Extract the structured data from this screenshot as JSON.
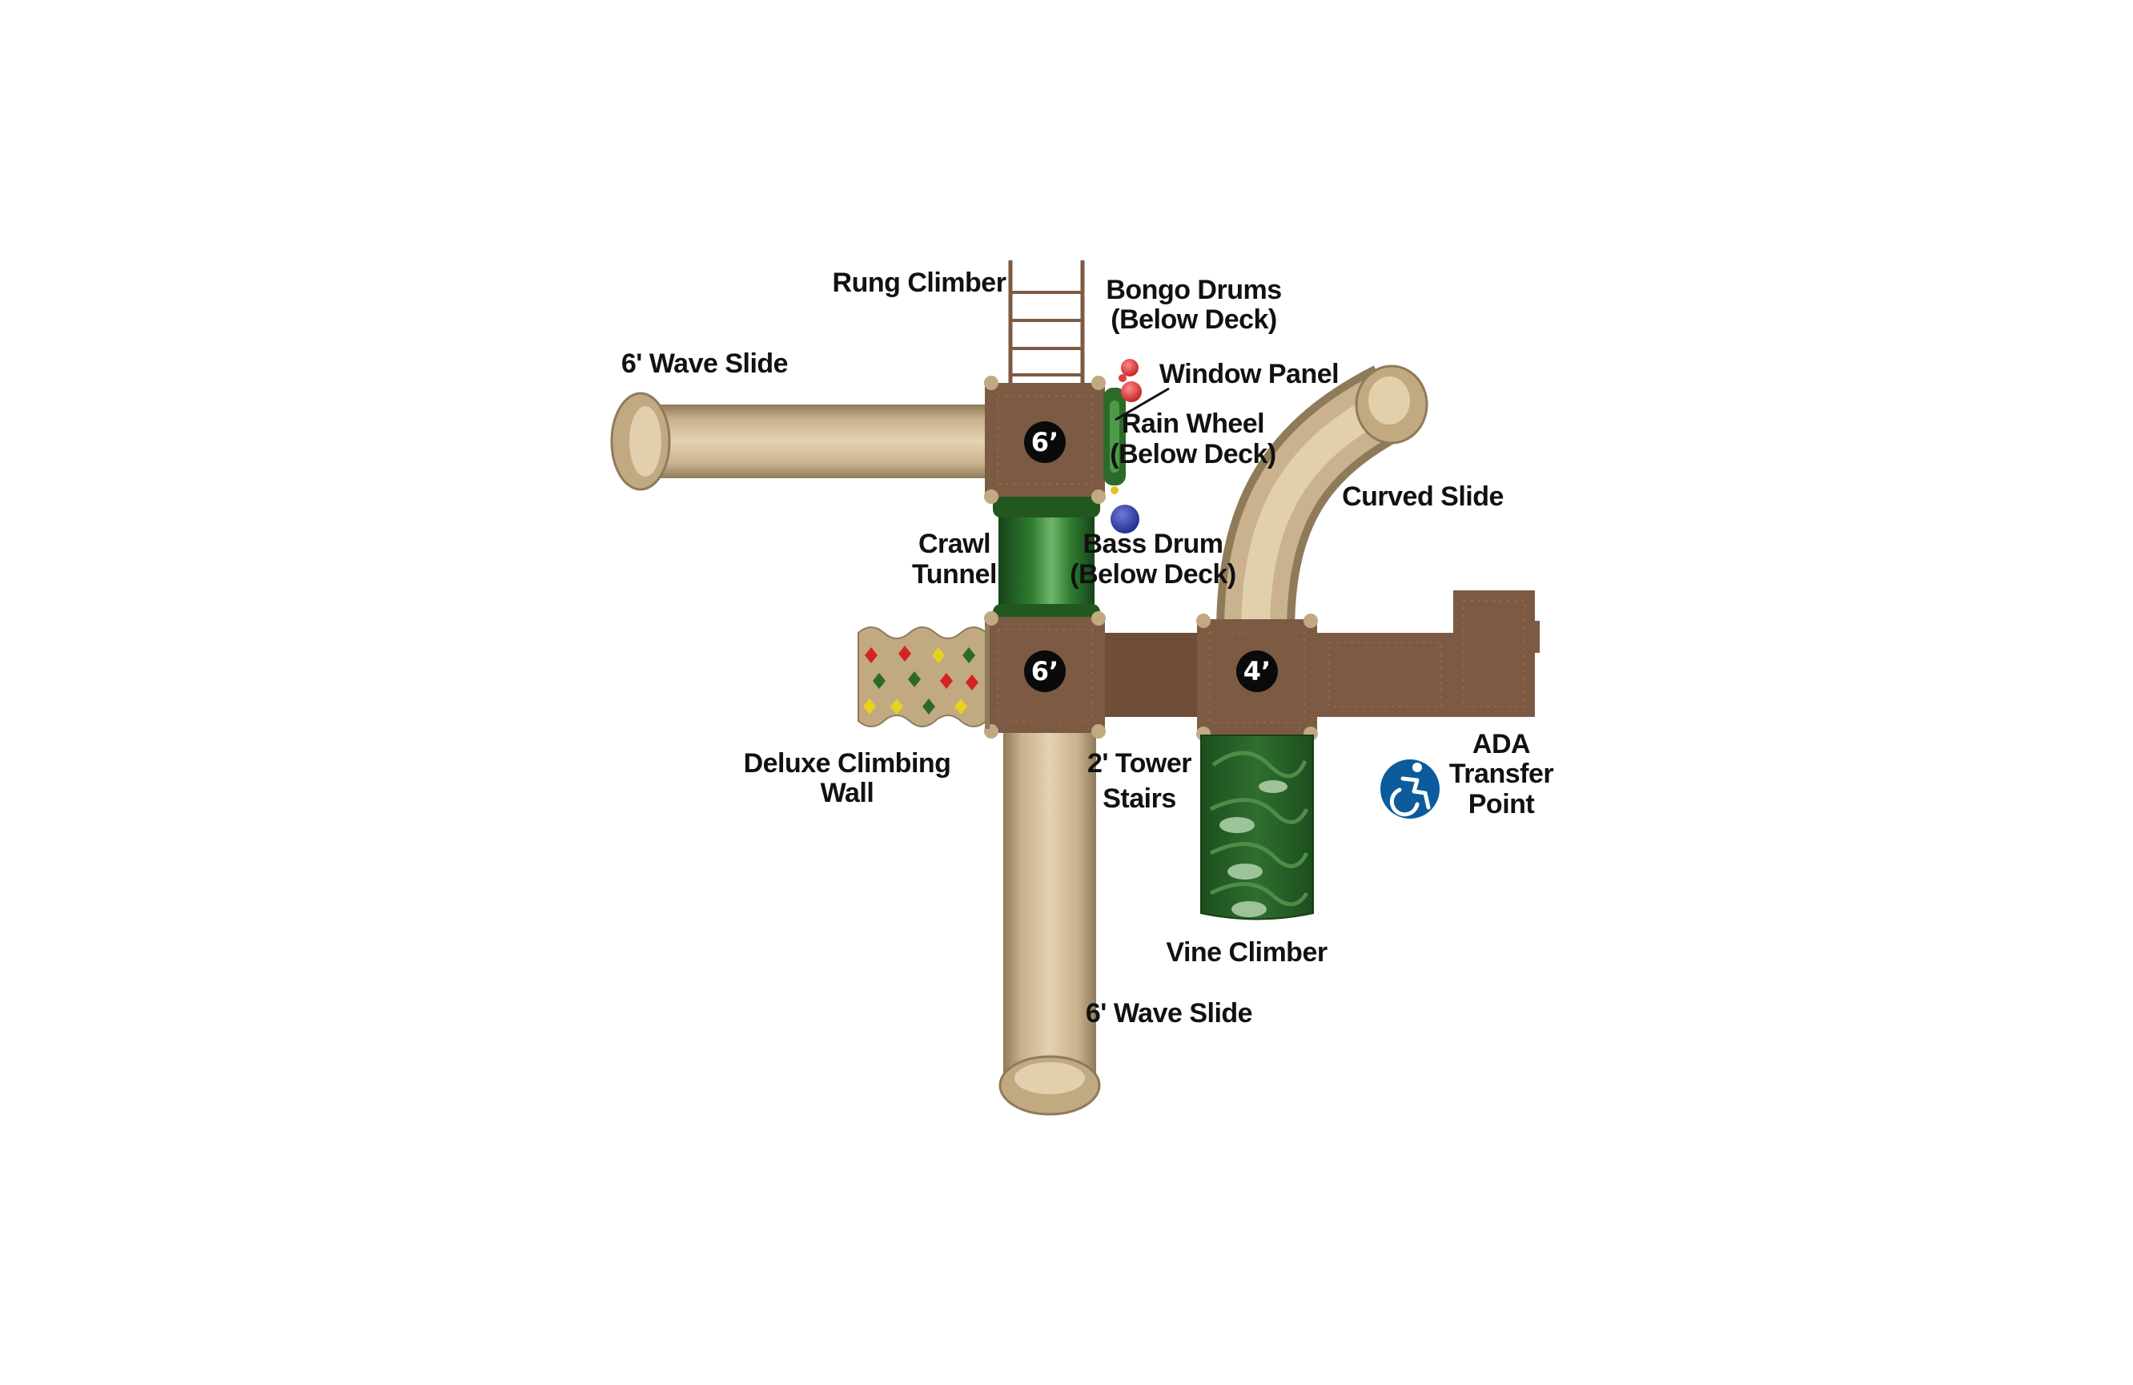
{
  "colors": {
    "background": "#ffffff",
    "deck_brown": "#7d5a44",
    "slide_tan": "#c7b08c",
    "plastic_green": "#2c6a2a",
    "ada_blue": "#0c5b9c",
    "label_text": "#111111"
  },
  "labels": {
    "rung_climber": "Rung Climber",
    "bongo_drums_1": "Bongo Drums",
    "bongo_drums_2": "(Below Deck)",
    "wave_slide_left": "6' Wave Slide",
    "window_panel": "Window Panel",
    "rain_wheel_1": "Rain Wheel",
    "rain_wheel_2": "(Below Deck)",
    "curved_slide": "Curved Slide",
    "crawl_tunnel_1": "Crawl",
    "crawl_tunnel_2": "Tunnel",
    "bass_drum_1": "Bass Drum",
    "bass_drum_2": "(Below Deck)",
    "climbing_wall_1": "Deluxe Climbing",
    "climbing_wall_2": "Wall",
    "tower_stairs_1": "2' Tower",
    "tower_stairs_2": "Stairs",
    "ada_1": "ADA",
    "ada_2": "Transfer",
    "ada_3": "Point",
    "vine_climber": "Vine Climber",
    "wave_slide_bottom": "6' Wave Slide"
  },
  "decks": [
    {
      "id": "top-left",
      "height_label": "6’"
    },
    {
      "id": "bottom-left",
      "height_label": "6’"
    },
    {
      "id": "right",
      "height_label": "4’"
    }
  ],
  "icons": {
    "ada": "accessibility-icon"
  }
}
